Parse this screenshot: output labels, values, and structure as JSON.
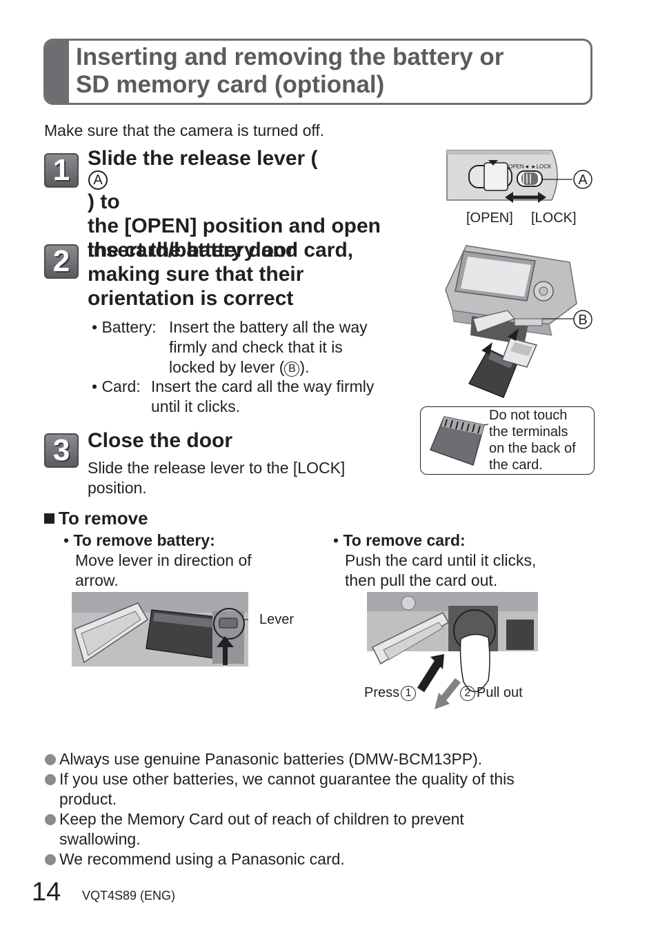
{
  "title": {
    "line1": "Inserting and removing the battery or",
    "line2": "SD memory card (optional)"
  },
  "intro": "Make sure that the camera is turned off.",
  "step1": {
    "number": "1",
    "line1_pre": "Slide the release lever (",
    "line1_marker": "A",
    "line1_post": ") to",
    "line2": "the [OPEN] position and open",
    "line3": "the card/battery door"
  },
  "fig1": {
    "open_label": "[OPEN]",
    "lock_label": "[LOCK]",
    "marker": "A",
    "lever_print": "OPEN◄ ►LOCK"
  },
  "step2": {
    "number": "2",
    "line1": "Insert the battery and card,",
    "line2": "making sure that their",
    "line3": "orientation is correct",
    "battery_label": "• Battery:",
    "battery_l1": "Insert the battery all the way",
    "battery_l2": "firmly and check that it is",
    "battery_l3_pre": "locked by lever (",
    "battery_marker": "B",
    "battery_l3_post": ").",
    "card_label": "• Card:",
    "card_l1": "Insert the card all the way firmly",
    "card_l2": "until it clicks."
  },
  "fig2": {
    "marker": "B"
  },
  "note": {
    "l1": "Do not touch",
    "l2": "the terminals",
    "l3": "on the back of",
    "l4": "the card."
  },
  "step3": {
    "number": "3",
    "heading": "Close the door",
    "l1": "Slide the release lever to the [LOCK]",
    "l2": "position."
  },
  "remove": {
    "heading": "To remove",
    "battery_head": "To remove battery:",
    "battery_l1": "Move lever in direction of",
    "battery_l2": "arrow.",
    "lever_label": "Lever",
    "card_head": "To remove card:",
    "card_l1": "Push the card until it clicks,",
    "card_l2": "then pull the card out.",
    "press_label": "Press",
    "press_num": "1",
    "pull_num": "2",
    "pull_label": "Pull out"
  },
  "bullets": [
    {
      "l1": "Always use genuine Panasonic batteries (DMW-BCM13PP).",
      "l2": ""
    },
    {
      "l1": "If you use other batteries, we cannot guarantee the quality of this",
      "l2": "product."
    },
    {
      "l1": "Keep the Memory Card out of reach of children to prevent",
      "l2": "swallowing."
    },
    {
      "l1": "We recommend using a Panasonic card.",
      "l2": ""
    }
  ],
  "footer": {
    "page": "14",
    "code": "VQT4S89 (ENG)"
  }
}
